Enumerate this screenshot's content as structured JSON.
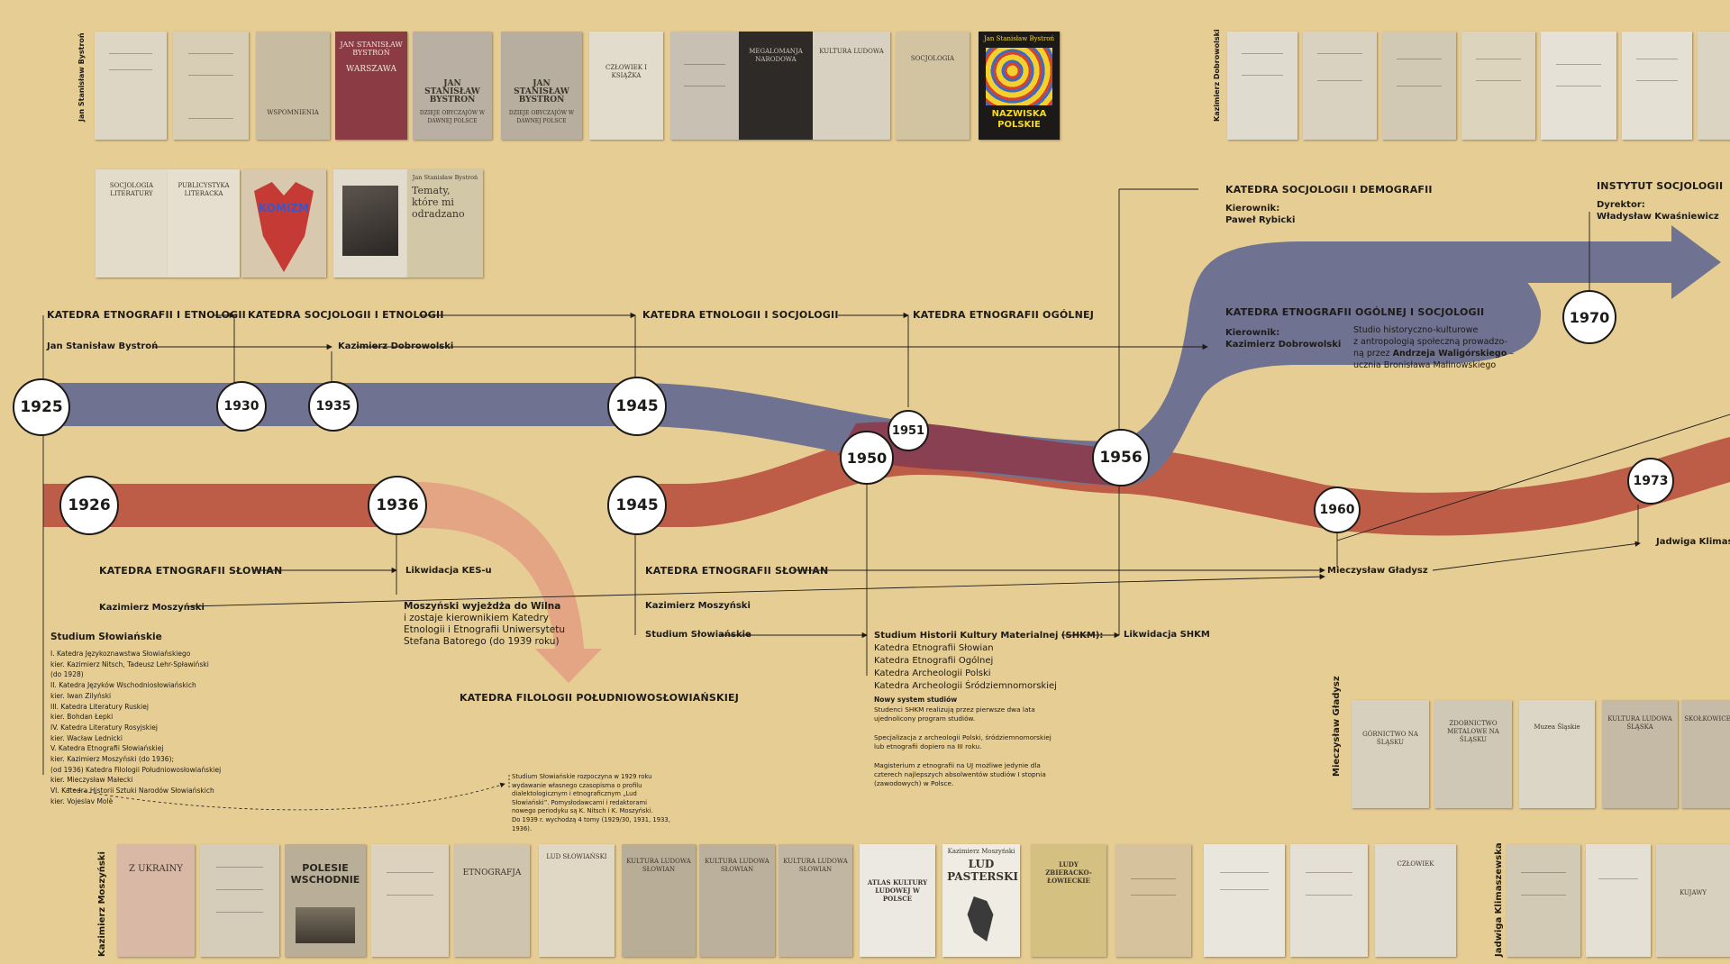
{
  "colors": {
    "background": "#e6cd93",
    "blue_stream": "#6f7291",
    "red_stream": "#bd5d48",
    "peach_stream": "#e3a584",
    "overlap": "#8b3b4b",
    "ink": "#1d1b18"
  },
  "years": {
    "y1925": "1925",
    "y1930": "1930",
    "y1935": "1935",
    "y1945a": "1945",
    "y1951": "1951",
    "y1950": "1950",
    "y1956": "1956",
    "y1970": "1970",
    "y1926": "1926",
    "y1936": "1936",
    "y1945b": "1945",
    "y1960": "1960",
    "y1973": "1973"
  },
  "top_labels": {
    "kat_etno_etnol": "KATEDRA ETNOGRAFII I ETNOLOGII",
    "kat_socj_etnol": "KATEDRA SOCJOLOGII I ETNOLOGII",
    "kat_etnol_socj": "KATEDRA ETNOLOGII I SOCJOLOGII",
    "kat_etno_ogolnej": "KATEDRA ETNOGRAFII OGÓLNEJ",
    "bystron": "Jan Stanisław Bystroń",
    "dobrowolski": "Kazimierz Dobrowolski",
    "kat_socj_demo": "KATEDRA SOCJOLOGII I DEMOGRAFII",
    "kierownik1": "Kierownik:",
    "rybicki": "Paweł Rybicki",
    "inst_socj": "INSTYTUT SOCJOLOGII",
    "dyrektor": "Dyrektor:",
    "kwasniewicz": "Władysław Kwaśniewicz",
    "kat_etno_ogol_socj": "KATEDRA ETNOGRAFII OGÓLNEJ I SOCJOLOGII",
    "kierownik2": "Kierownik:",
    "dobrowolski2": "Kazimierz Dobrowolski",
    "studio_1": "Studio historyczno-kulturowe",
    "studio_2": "z antropologią społeczną prowadzo-",
    "studio_3a": "ną przez ",
    "studio_3b": "Andrzeja Waligórskiego",
    "studio_3c": " –",
    "studio_4": "ucznia Bronisława Malinowskiego"
  },
  "bottom_labels": {
    "kat_etno_slowian1": "KATEDRA ETNOGRAFII SŁOWIAN",
    "moszynski1": "Kazimierz Moszyński",
    "likwidacja_kes": "Likwidacja KES-u",
    "wilno_1": "Moszyński wyjeżdża do Wilna",
    "wilno_2": "i zostaje kierownikiem Katedry",
    "wilno_3": "Etnologii i Etnografii Uniwersytetu",
    "wilno_4": "Stefana Batorego (do 1939 roku)",
    "kat_filologii": "KATEDRA FILOLOGII POŁUDNIOWOSŁOWIAŃSKIEJ",
    "kat_etno_slowian2": "KATEDRA ETNOGRAFII SŁOWIAN",
    "moszynski2": "Kazimierz Moszyński",
    "studium_slow2": "Studium Słowiańskie",
    "shkm_title": "Studium Historii Kultury Materialnej (SHKM):",
    "shkm_1": "Katedra Etnografii Słowian",
    "shkm_2": "Katedra Etnografii Ogólnej",
    "shkm_3": "Katedra Archeologii Polski",
    "shkm_4": "Katedra Archeologii Śródziemnomorskiej",
    "likwidacja_shkm": "Likwidacja SHKM",
    "gladysz": "Mieczysław Gładysz",
    "klimaszewska_cut": "Jadwiga Klimasze"
  },
  "studium": {
    "title": "Studium Słowiańskie",
    "lines": [
      "I.     Katedra Językoznawstwa Słowiańskiego",
      "kier. Kazimierz Nitsch, Tadeusz Lehr-Spławiński",
      "(do 1928)",
      "II.    Katedra Języków Wschodniosłowiańskich",
      "kier. Iwan Zilyński",
      "III.  Katedra Literatury Ruskiej",
      "kier. Bohdan Łepki",
      "IV.  Katedra Literatury Rosyjskiej",
      "kier. Wacław Lednicki",
      "V.    Katedra Etnografii Słowiańskiej",
      "kier. Kazimierz Moszyński (do 1936);",
      "(od 1936) Katedra Filologii Południowosłowiańskiej",
      "kier. Mieczysław Małecki",
      "VI.  Katedra Historii Sztuki Narodów Słowiańskich",
      "kier. Vojeslav Molè"
    ]
  },
  "lud_note": [
    "Studium Słowiańskie rozpoczyna w 1929 roku",
    "wydawanie własnego czasopisma o profilu",
    "dialektologicznym i etnograficznym „Lud",
    "Słowiański”. Pomysłodawcami i redaktorami",
    "nowego periodyku są K. Nitsch i K. Moszyński.",
    "Do 1939 r. wychodzą 4 tomy (1929/30, 1931, 1933,",
    "1936)."
  ],
  "new_system": {
    "title": "Nowy system studiów",
    "lines": [
      "Studenci SHKM realizują przez pierwsze dwa lata",
      "ujednolicony program studiów.",
      "",
      "Specjalizacja z archeologii Polski, śródziemnomorskiej",
      "lub etnografii dopiero na III roku.",
      "",
      "Magisterium z etnografii na UJ możliwe jedynie dla",
      "czterech najlepszych absolwentów studiów I stopnia",
      "(zawodowych) w Polsce."
    ]
  },
  "side_names": {
    "bystron": "Jan Stanisław Bystroń",
    "dobrowolski": "Kazimierz Dobrowolski",
    "moszynski": "Kazimierz Moszyński",
    "gladysz": "Mieczysław Gładysz",
    "klimaszewska": "Jadwiga Klimaszewska"
  },
  "book_titles": {
    "b_wczesnosc": "WSPOMNIENIA",
    "b_warszawa1": "JAN STANISŁAW BYSTROŃ",
    "b_warszawa2": "WARSZAWA",
    "b_dzieje1a": "JAN STANISŁAW BYSTROŃ",
    "b_dzieje1b": "DZIEJE OBYCZAJÓW W DAWNEJ POLSCE",
    "b_dzieje2a": "JAN STANISŁAW BYSTROŃ",
    "b_dzieje2b": "DZIEJE OBYCZAJÓW W DAWNEJ POLSCE",
    "b_czlowiek": "CZŁOWIEK I KSIĄŻKA",
    "b_megalomania": "MEGALOMANJA NARODOWA",
    "b_kultura_ludowa": "KULTURA LUDOWA",
    "b_socjologia": "SOCJOLOGIA",
    "b_nazwiska_author": "Jan Stanisław Bystroń",
    "b_nazwiska": "NAZWISKA POLSKIE",
    "b_komizm": "KOMIZM",
    "b_tematy_author": "Jan Stanisław Bystroń",
    "b_tematy": "Tematy, które mi odradzano",
    "b_publicystyka": "PUBLICYSTYKA LITERACKA",
    "b_socjologia_lit": "SOCJOLOGIA LITERATURY",
    "b_z_ukrainy": "Z UKRAINY",
    "b_polesie": "POLESIE WSCHODNIE",
    "b_etnografja": "ETNOGRAFJA",
    "b_lud_slowianski": "LUD SŁOWIAŃSKI",
    "b_kultura_slowian1": "KULTURA LUDOWA SŁOWIAN",
    "b_kultura_slowian2": "KULTURA LUDOWA SŁOWIAN",
    "b_kultura_slowian3": "KULTURA LUDOWA SŁOWIAN",
    "b_atlas": "ATLAS KULTURY LUDOWEJ W POLSCE",
    "b_lud_pasterski_author": "Kazimierz Moszyński",
    "b_lud_pasterski": "LUD PASTERSKI",
    "b_ludy": "LUDY ZBIERACKO-ŁOWIECKIE",
    "b_czlowiek2": "CZŁOWIEK",
    "b_gorn": "GÓRNICTWO NA ŚLĄSKU",
    "b_zdobnictwo": "ZDOBNICTWO METALOWE NA ŚLĄSKU",
    "b_muzea": "Muzea Śląskie",
    "b_kultura_slaska": "KULTURA LUDOWA ŚLĄSKA",
    "b_kujawy": "KUJAWY",
    "b_slotkowice": "SKOŁKOWICE"
  }
}
